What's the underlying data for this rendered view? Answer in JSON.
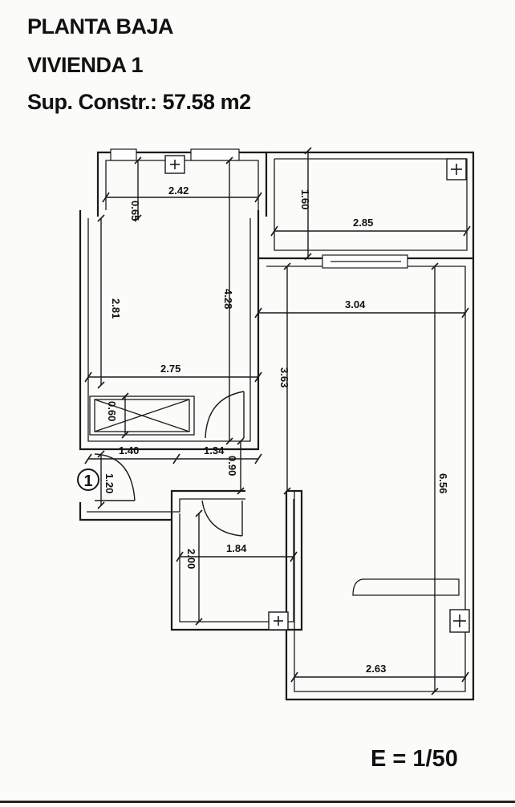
{
  "header": {
    "line1": "PLANTA BAJA",
    "line2": "VIVIENDA 1",
    "line3": "Sup. Constr.: 57.58 m2"
  },
  "dimensions": {
    "d065": "0.65",
    "d242": "2.42",
    "d160": "1.60",
    "d285": "2.85",
    "d281": "2.81",
    "d428": "4.28",
    "d304": "3.04",
    "d275": "2.75",
    "d363": "3.63",
    "d060": "0.60",
    "d140": "1.40",
    "d134": "1.34",
    "d090": "0.90",
    "d120": "1.20",
    "d184": "1.84",
    "d200": "2.00",
    "d656": "6.56",
    "d263": "2.63"
  },
  "markers": {
    "entry_number": "1"
  },
  "footer": {
    "scale": "E = 1/50"
  },
  "colors": {
    "ink": "#1a1a1a",
    "paper": "#fbfbf9"
  }
}
